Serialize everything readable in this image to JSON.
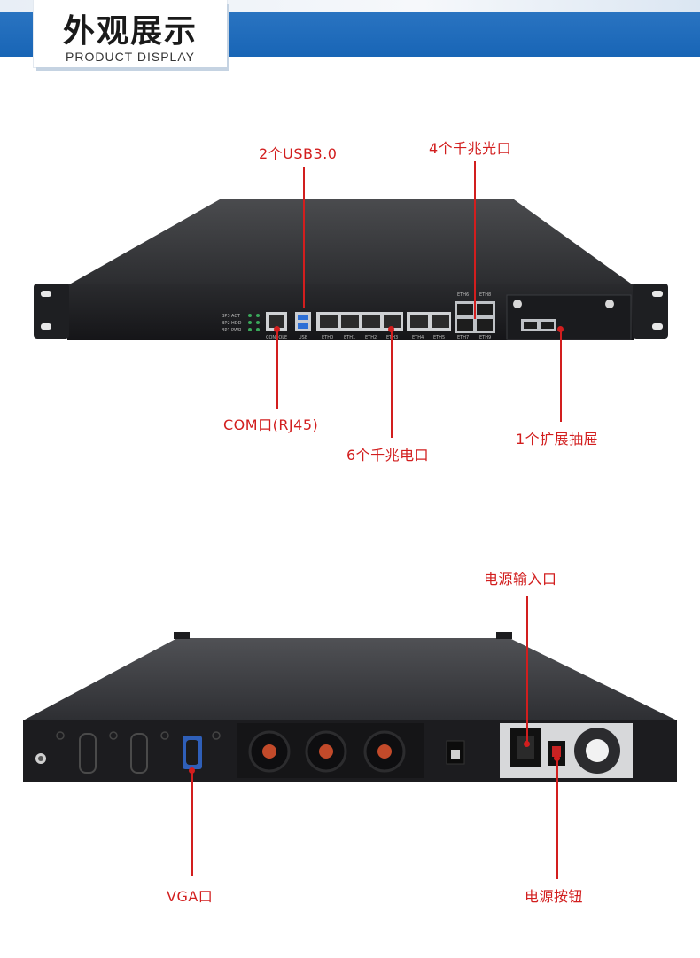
{
  "header": {
    "title": "外观展示",
    "subtitle": "PRODUCT DISPLAY"
  },
  "front": {
    "labels": {
      "usb": "2个USB3.0",
      "sfp": "4个千兆光口",
      "com": "COM口(RJ45)",
      "eth": "6个千兆电口",
      "drawer": "1个扩展抽屉"
    },
    "panel_text": {
      "led_left": [
        "BP3",
        "BP2",
        "BP1"
      ],
      "led_right": [
        "ACT",
        "HDD",
        "PWR"
      ],
      "console": "CONSOLE",
      "usb": "USB",
      "eth_ports": [
        "ETH0",
        "ETH1",
        "ETH2",
        "ETH3",
        "ETH4",
        "ETH5"
      ],
      "sfp_top": [
        "ETH6",
        "ETH8"
      ],
      "sfp_bottom": [
        "ETH7",
        "ETH9"
      ]
    }
  },
  "rear": {
    "labels": {
      "power_in": "电源输入口",
      "vga": "VGA口",
      "power_btn": "电源按钮"
    }
  },
  "colors": {
    "accent": "#d21e1e",
    "header_blue": "#1865b6",
    "chassis": "#2a2a2c"
  }
}
